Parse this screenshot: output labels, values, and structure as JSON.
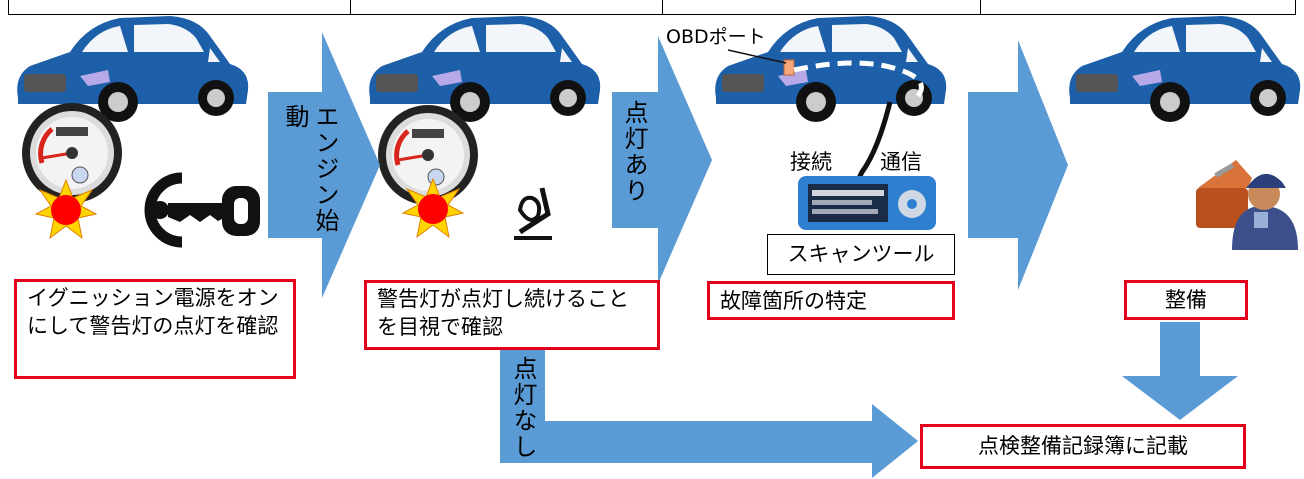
{
  "steps": {
    "step1_label": "イグニッション電源をオンにして警告灯の点灯を確認",
    "step2_label": "警告灯が点灯し続けることを目視で確認",
    "step3_label": "故障箇所の特定",
    "step4_label": "整備",
    "record_label": "点検整備記録簿に記載"
  },
  "arrows": {
    "engine_start": "エンジン始動",
    "lit": "点灯あり",
    "not_lit": "点灯なし"
  },
  "annotations": {
    "obd_port": "OBDポート",
    "connect": "接続",
    "communicate": "通信",
    "scan_tool": "スキャンツール"
  },
  "colors": {
    "car_body": "#1d5fa8",
    "arrow_fill": "#5b9bd5",
    "box_border": "#e3001b",
    "warning_star": "#ffd400",
    "warning_core": "#ff0000"
  }
}
